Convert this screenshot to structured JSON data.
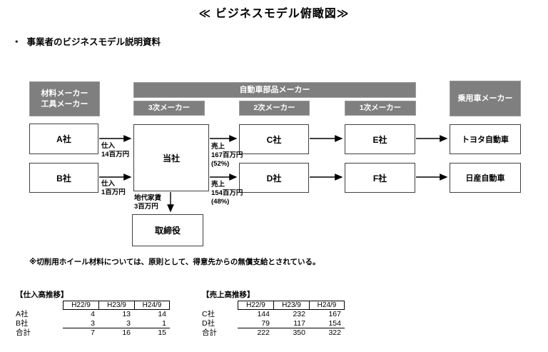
{
  "page": {
    "title": "≪ ビジネスモデル俯瞰図≫",
    "bullet": "・",
    "subtitle": "事業者のビジネスモデル説明資料",
    "note": "※切削用ホイール材料については、原則として、得意先からの無償支給とされている。"
  },
  "diagram": {
    "headers": {
      "material_tool": "材料メーカー\n工具メーカー",
      "auto_parts": "自動車部品メーカー",
      "tier3": "3次メーカー",
      "tier2": "2次メーカー",
      "tier1": "1次メーカー",
      "passenger_car": "乗用車メーカー"
    },
    "boxes": {
      "company_a": "A社",
      "company_b": "B社",
      "own_company": "当社",
      "company_c": "C社",
      "company_d": "D社",
      "company_e": "E社",
      "company_f": "F社",
      "toyota": "トヨタ自動車",
      "nissan": "日産自動車",
      "director": "取締役"
    },
    "flow_labels": {
      "purchase_a": "仕入\n14百万円",
      "purchase_b": "仕入\n1百万円",
      "sales_c": "売上\n167百万円\n(52%)",
      "sales_d": "売上\n154百万円\n(48%)",
      "rent": "地代家賃\n3百万円"
    },
    "colors": {
      "header_gray": "#7f7f7f",
      "box_border": "#404040",
      "arrow": "#000000"
    }
  },
  "tables": {
    "purchase": {
      "title": "【仕入高推移】",
      "columns": [
        "H22/9",
        "H23/9",
        "H24/9"
      ],
      "rows": [
        {
          "label": "A社",
          "values": [
            "4",
            "13",
            "14"
          ]
        },
        {
          "label": "B社",
          "values": [
            "3",
            "3",
            "1"
          ]
        },
        {
          "label": "合計",
          "values": [
            "7",
            "16",
            "15"
          ]
        }
      ]
    },
    "sales": {
      "title": "【売上高推移】",
      "columns": [
        "H22/9",
        "H23/9",
        "H24/9"
      ],
      "rows": [
        {
          "label": "C社",
          "values": [
            "144",
            "232",
            "167"
          ]
        },
        {
          "label": "D社",
          "values": [
            "79",
            "117",
            "154"
          ]
        },
        {
          "label": "合計",
          "values": [
            "222",
            "350",
            "322"
          ]
        }
      ]
    }
  }
}
